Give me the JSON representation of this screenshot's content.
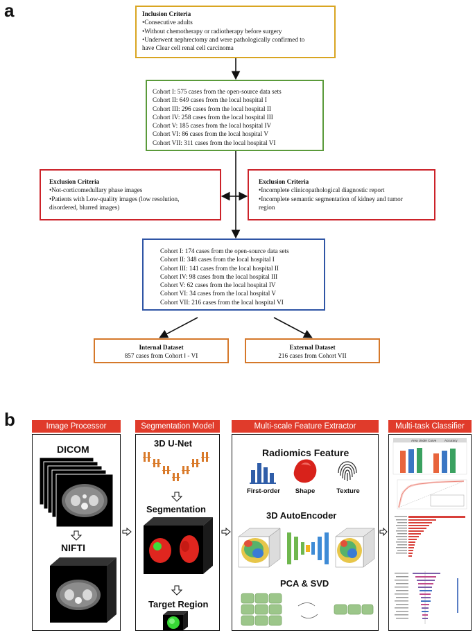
{
  "panel_a_label": "a",
  "panel_b_label": "b",
  "inclusion": {
    "title": "Inclusion Criteria",
    "items": [
      "•Consecutive adults",
      "•Without chemotherapy or radiotherapy before surgery",
      "•Underwent nephrectomy and were pathologically confirmed to",
      "have Clear cell renal cell carcinoma"
    ]
  },
  "cohort_initial": [
    "Cohort I: 575 cases from the open-source data sets",
    "Cohort II: 649 cases from the local hospital I",
    "Cohort III: 296 cases from the local hospital II",
    "Cohort IV: 258 cases from the local hospital III",
    "Cohort V: 185 cases from the local hospital IV",
    "Cohort VI: 86 cases from the local hospital V",
    "Cohort VII: 311 cases from the local hospital VI"
  ],
  "exclusion_left": {
    "title": "Exclusion Criteria",
    "items": [
      "•Not-corticomedullary phase images",
      "•Patients with Low-quality images (low resolution,",
      "disordered, blurred images)"
    ]
  },
  "exclusion_right": {
    "title": "Exclusion Criteria",
    "items": [
      "•Incomplete clinicopathological diagnostic report",
      "•Incomplete semantic segmentation of kidney and tumor",
      "region"
    ]
  },
  "cohort_final": [
    "Cohort I: 174 cases from the open-source data sets",
    "Cohort II: 348 cases from the local hospital I",
    "Cohort III: 141 cases from the local hospital II",
    "Cohort IV: 98 cases from the local hospital III",
    "Cohort V: 62 cases from the local hospital IV",
    "Cohort VI: 34 cases from the local hospital V",
    "Cohort VII: 216 cases from the local hospital VI"
  ],
  "internal": {
    "title": "Internal Dataset",
    "text": "857 cases from Cohort Ⅰ - VI"
  },
  "external": {
    "title": "External Dataset",
    "text": "216 cases from Cohort VII"
  },
  "pipeline": {
    "image_processor": {
      "header": "Image Processor",
      "dicom": "DICOM",
      "nifti": "NIFTI"
    },
    "segmentation_model": {
      "header": "Segmentation Model",
      "unet": "3D U-Net",
      "segmentation": "Segmentation",
      "target": "Target Region"
    },
    "feature_extractor": {
      "header": "Multi-scale Feature Extractor",
      "radiomics": "Radiomics Feature",
      "first_order": "First-order",
      "shape": "Shape",
      "texture": "Texture",
      "autoencoder": "3D AutoEncoder",
      "pca": "PCA & SVD"
    },
    "classifier": {
      "header": "Multi-task Classifier",
      "auc_label": "Area Under Curve",
      "acc_label": "Accuracy"
    }
  },
  "colors": {
    "inclusion_border": "#d9a521",
    "cohort_border": "#5a9a3a",
    "exclusion_border": "#cc2229",
    "final_border": "#2f55a5",
    "dataset_border": "#d5782a",
    "header_red": "#e03b2b"
  }
}
